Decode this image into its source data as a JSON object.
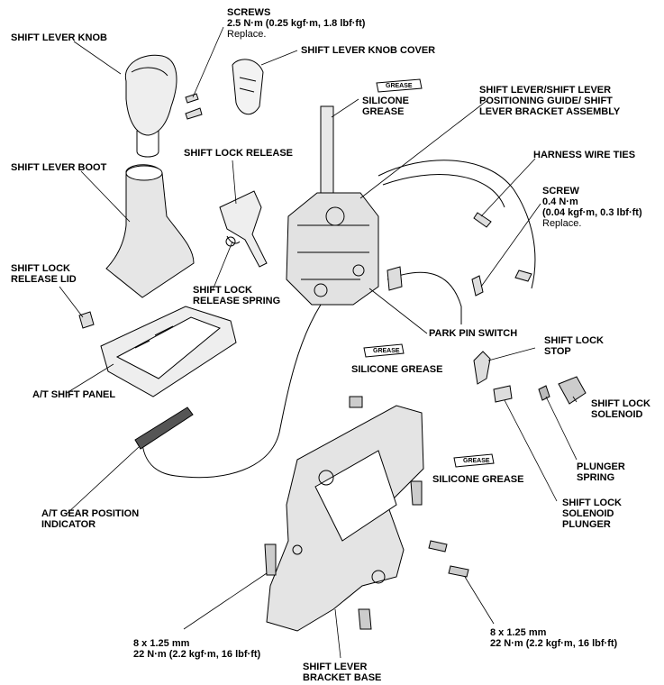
{
  "labels": {
    "shift_lever_knob": "SHIFT LEVER KNOB",
    "screws_title": "SCREWS",
    "screws_torque": "2.5 N·m (0.25 kgf·m, 1.8 lbf·ft)",
    "screws_note": "Replace.",
    "knob_cover": "SHIFT LEVER KNOB COVER",
    "silicone_grease_top_1": "SILICONE",
    "silicone_grease_top_2": "GREASE",
    "assembly_1": "SHIFT LEVER/SHIFT LEVER",
    "assembly_2": "POSITIONING GUIDE/ SHIFT",
    "assembly_3": "LEVER BRACKET ASSEMBLY",
    "shift_lock_release": "SHIFT LOCK RELEASE",
    "harness_wire_ties": "HARNESS WIRE TIES",
    "shift_lever_boot": "SHIFT LEVER BOOT",
    "screw_title": "SCREW",
    "screw_torque_1": "0.4 N·m",
    "screw_torque_2": "(0.04 kgf·m, 0.3 lbf·ft)",
    "screw_note": "Replace.",
    "shift_lock_release_lid_1": "SHIFT LOCK",
    "shift_lock_release_lid_2": "RELEASE LID",
    "shift_lock_release_spring_1": "SHIFT LOCK",
    "shift_lock_release_spring_2": "RELEASE SPRING",
    "park_pin_switch": "PARK PIN SWITCH",
    "shift_lock_stop_1": "SHIFT LOCK",
    "shift_lock_stop_2": "STOP",
    "silicone_grease_mid": "SILICONE GREASE",
    "at_shift_panel": "A/T SHIFT PANEL",
    "shift_lock_solenoid_1": "SHIFT LOCK",
    "shift_lock_solenoid_2": "SOLENOID",
    "plunger_spring_1": "PLUNGER",
    "plunger_spring_2": "SPRING",
    "silicone_grease_low": "SILICONE GREASE",
    "solenoid_plunger_1": "SHIFT LOCK",
    "solenoid_plunger_2": "SOLENOID",
    "solenoid_plunger_3": "PLUNGER",
    "gear_indicator_1": "A/T GEAR POSITION",
    "gear_indicator_2": "INDICATOR",
    "bolt_left_1": "8 x 1.25 mm",
    "bolt_left_2": "22 N·m (2.2 kgf·m, 16 lbf·ft)",
    "bolt_right_1": "8 x 1.25 mm",
    "bolt_right_2": "22 N·m (2.2 kgf·m, 16 lbf·ft)",
    "bracket_base_1": "SHIFT LEVER",
    "bracket_base_2": "BRACKET BASE",
    "grease_tag": "GREASE"
  }
}
